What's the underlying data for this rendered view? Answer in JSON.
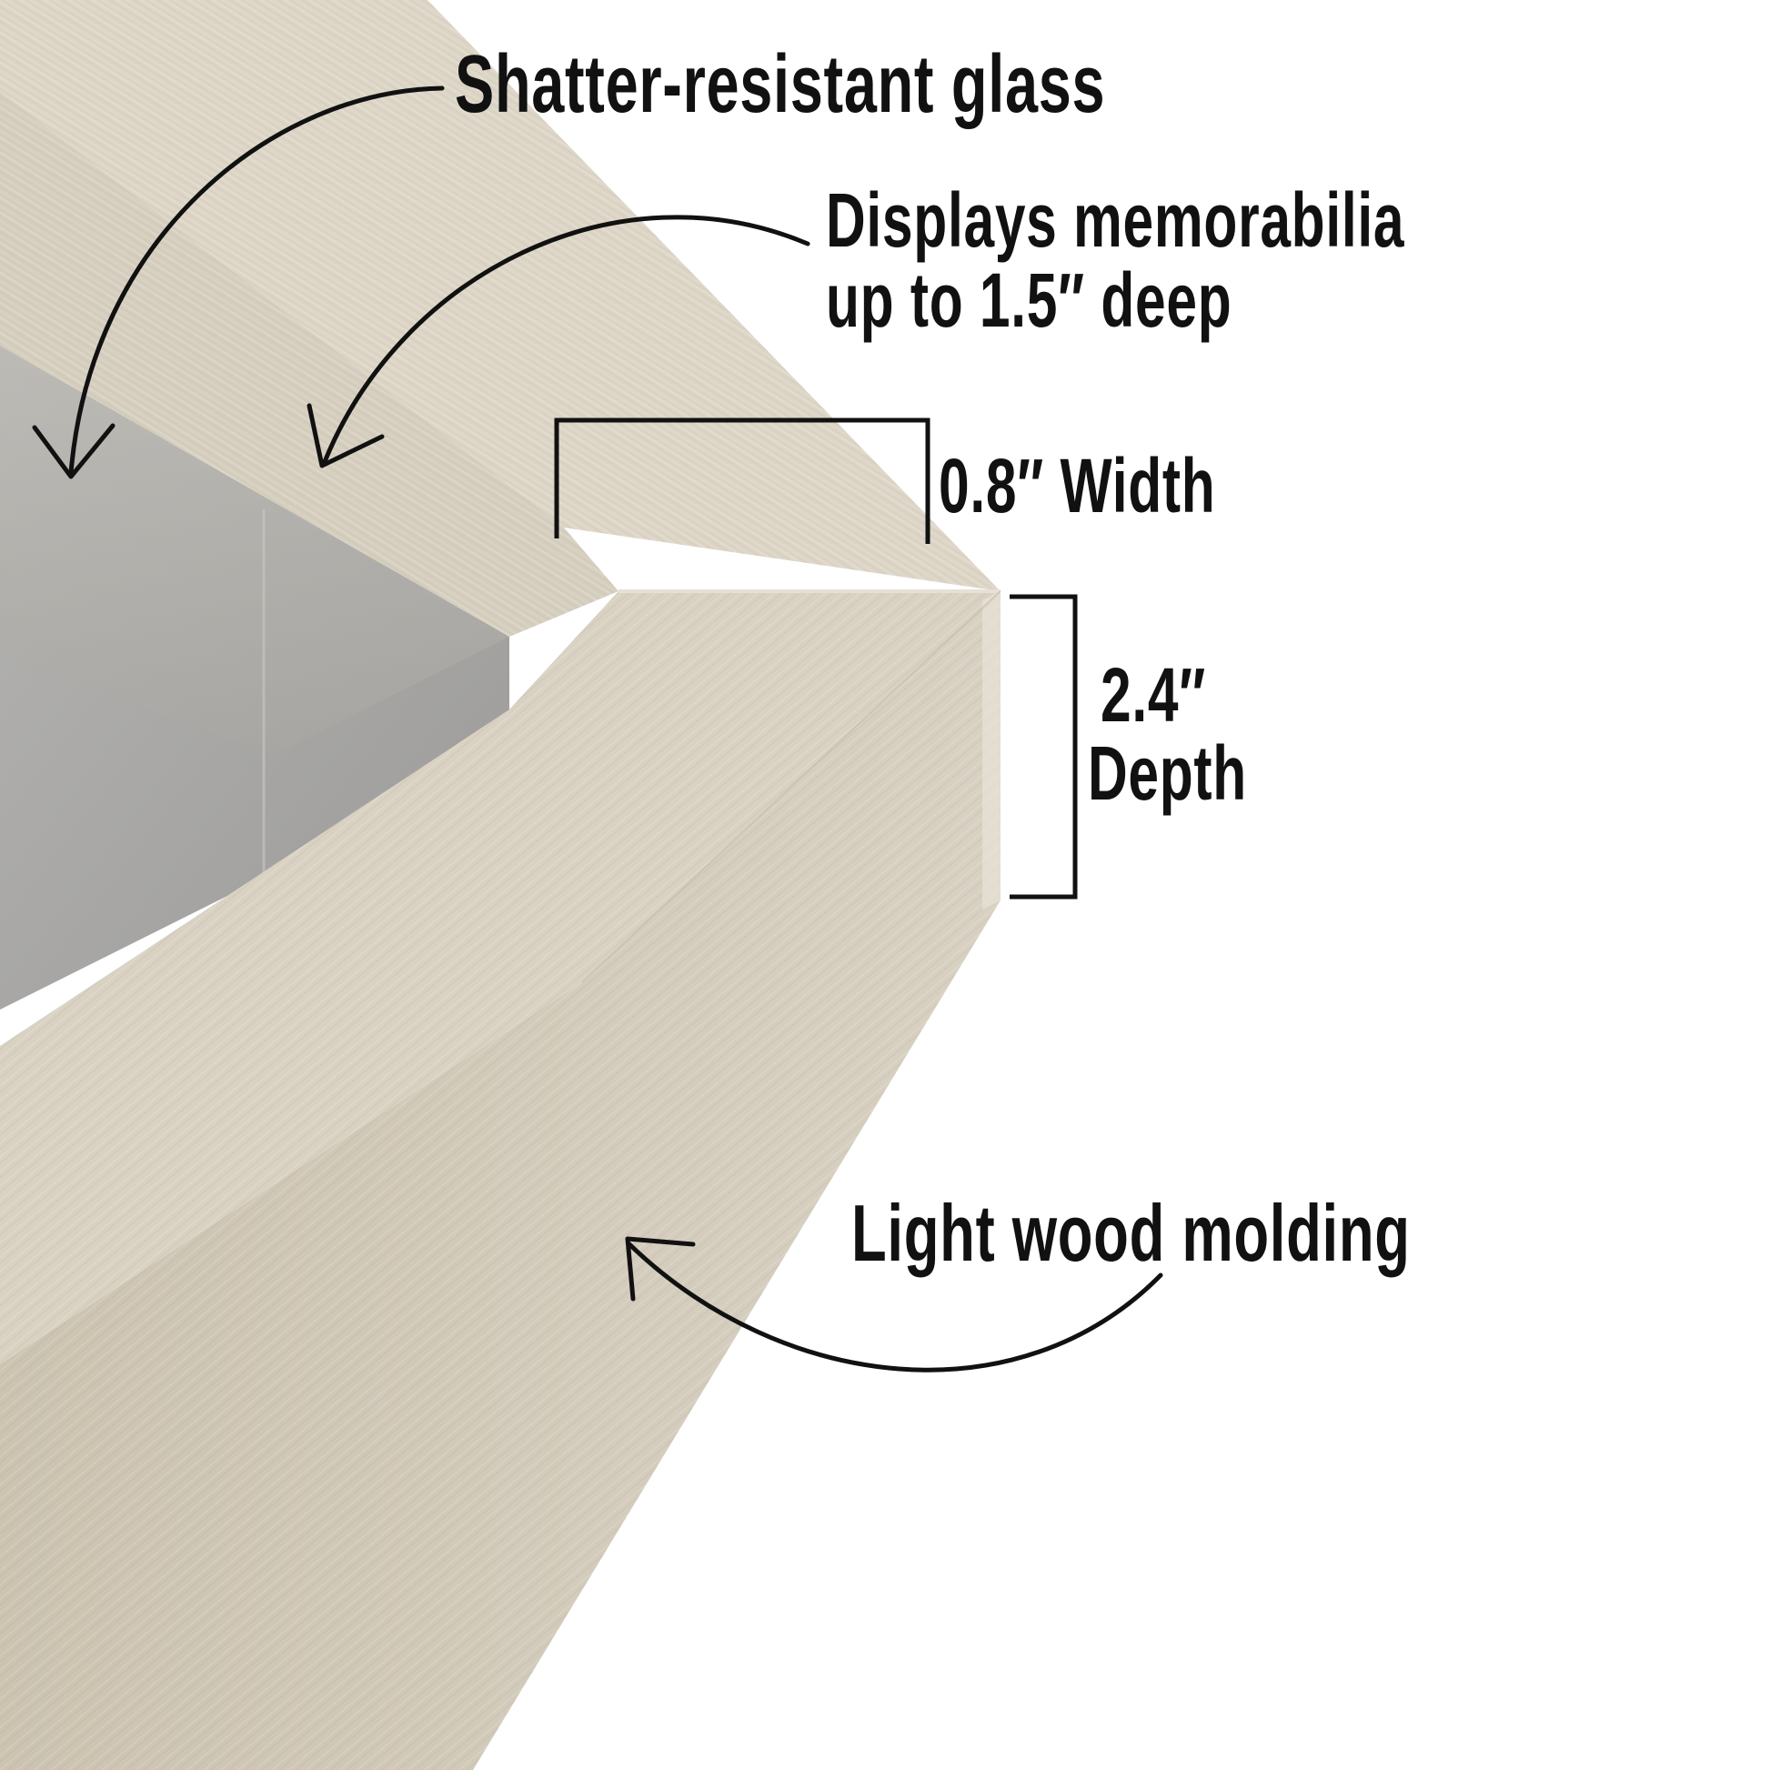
{
  "annotations": {
    "glass": "Shatter-resistant glass",
    "memorabilia_line1": "Displays memorabilia",
    "memorabilia_line2": "up to 1.5″ deep",
    "width": "0.8″ Width",
    "depth_value": "2.4″",
    "depth_label": "Depth",
    "molding": "Light wood molding"
  },
  "colors": {
    "wood_light": "#ddd6c7",
    "wood_mid": "#cfc6b5",
    "wood_shadow": "#bdb4a2",
    "backing_gray": "#a3a2a0",
    "annotation_ink": "#111111"
  }
}
